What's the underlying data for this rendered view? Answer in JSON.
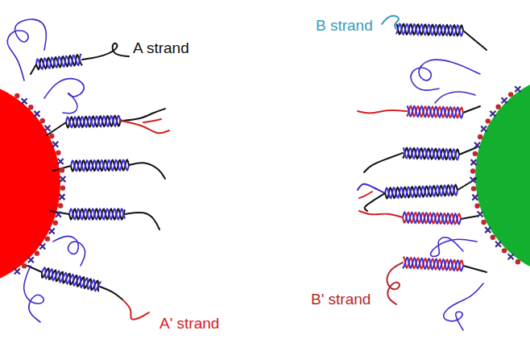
{
  "diagram": {
    "labels": [
      "A strand",
      "A' strand",
      "B strand",
      "B' strand"
    ]
  }
}
